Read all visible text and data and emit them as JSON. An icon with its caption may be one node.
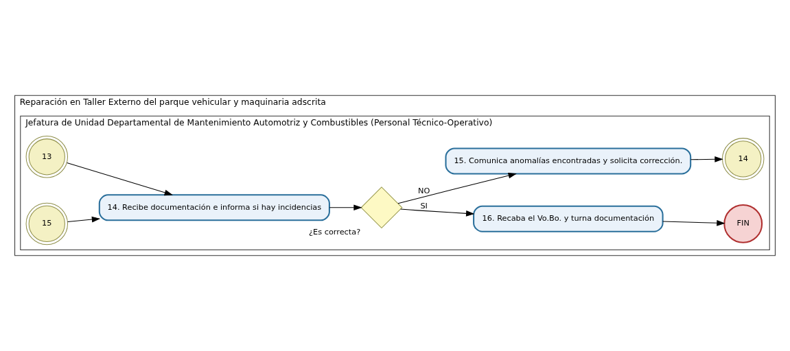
{
  "diagram": {
    "nodes": [
      {
        "text": [
          "Reparación en Taller Externo del parque vehicular y maquinaria adscrita"
        ]
      },
      {
        "text": [
          "Jefatura de Unidad Departamental de Mantenimiento Automotriz y Combustibles (Personal Técnico-Operativo)"
        ],
        "in": 0
      },
      {
        "text": [
          "13"
        ],
        "in": 1
      },
      {
        "text": [
          "14. Recibe documentación e informa si hay incidencias"
        ],
        "in": 1
      },
      {
        "text": [
          "15"
        ],
        "in": 1
      },
      {
        "text": [
          "¿Es correcta?"
        ],
        "in": 1
      },
      {
        "text": [
          "16. Recaba el Vo.Bo. y turna documentación"
        ],
        "in": 1
      },
      {
        "text": [
          "FIN"
        ],
        "in": 1
      },
      {
        "text": [
          "15. Comunica anomalías encontradas y solicita corrección."
        ],
        "in": 1
      },
      {
        "text": [
          "14"
        ],
        "in": 1
      }
    ],
    "edges": [
      {
        "from": 2,
        "to": 3,
        "arrow": "to"
      },
      {
        "from": 4,
        "to": 3,
        "arrow": "to"
      },
      {
        "from": 3,
        "to": 5,
        "arrow": "to"
      },
      {
        "from": 5,
        "to": 6,
        "arrow": "to",
        "label": "SI"
      },
      {
        "from": 6,
        "to": 7,
        "arrow": "to"
      },
      {
        "from": 5,
        "to": 8,
        "arrow": "to",
        "label": "NO"
      },
      {
        "from": 8,
        "to": 9,
        "arrow": "to"
      }
    ]
  }
}
